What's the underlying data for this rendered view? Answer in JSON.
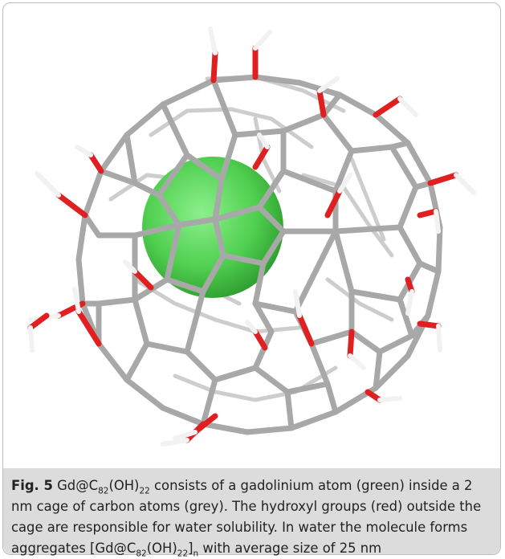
{
  "figure": {
    "label": "Fig. 5",
    "caption": {
      "formula_main": "Gd@C",
      "formula_c_sub": "82",
      "formula_oh": "(OH)",
      "formula_oh_sub": "22",
      "part1": " consists of a gadolinium atom (green) inside a 2 nm cage of carbon atoms (grey). The hydroxyl groups (red) outside the cage are responsible for water solubility. In water the molecule forms aggregates [",
      "agg_main": "Gd@C",
      "agg_c_sub": "82",
      "agg_oh": "(OH)",
      "agg_oh_sub": "22",
      "agg_close": "]",
      "agg_n_sub": "n",
      "part2": " with average size of 25 nm"
    },
    "colors": {
      "carbon": "#a8a8a8",
      "gadolinium": "#4fcf4f",
      "oxygen": "#e02020",
      "hydrogen": "#f2f2f2",
      "caption_bg": "#dcdcdc"
    }
  }
}
